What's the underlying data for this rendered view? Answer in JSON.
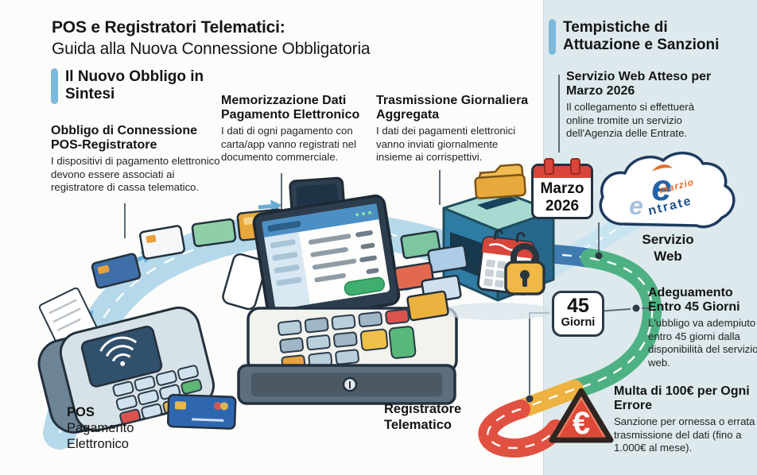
{
  "header": {
    "title_line1": "POS e Registratori Telematici:",
    "title_line2": "Guida alla Nuova Connessione Obbligatoria"
  },
  "left_section": {
    "heading": "Il Nuovo Obbligo in Sintesi",
    "items": [
      {
        "title": "Obbligo di Connessione POS-Registratore",
        "body": "I dispositivi di pagamento elettronico devono essere associati ai registratore di cassa telematico."
      },
      {
        "title": "Memorizzazione Dati Pagamento Elettronico",
        "body": "I dati di ogni pagamento con carta/app vanno registrati nel documento commerciale."
      },
      {
        "title": "Trasmissione Giornaliera Aggregata",
        "body": "I dati dei pagamenti elettronici vanno inviati giornalmente insieme ai corrispettivi."
      }
    ]
  },
  "right_section": {
    "heading": "Tempistiche di Attuazione e Sanzioni",
    "items": [
      {
        "title": "Servizio Web Atteso per Marzo 2026",
        "body": "Il collegamento si effettuerà online tromite un servizio dell'Agenzia delle Entrate."
      },
      {
        "title": "Adeguamento Entro 45 Giorni",
        "body": "L'ubbligo va adempiuto entro 45 giorni dalla disponibilità del servizio web."
      },
      {
        "title": "Multa di 100€ per Ogni Errore",
        "body": "Sanzione per ornessa o errata trasmissione del dati (fino a 1.000€ al mese)."
      }
    ]
  },
  "labels": {
    "pos_title": "POS",
    "pos_subtitle": "Pagamento Elettronico",
    "register": "Registratore Telematico",
    "calendar_month": "Marzo",
    "calendar_year": "2026",
    "days_value": "45",
    "days_unit": "Giorni",
    "cloud_caption": "Servizio Web",
    "cloud_logo_letter": "e",
    "cloud_logo_word1": "marzio",
    "cloud_logo_word2": "ntrate",
    "euro": "€"
  },
  "colors": {
    "accent_bar": "#7db9dc",
    "panel_bg": "#dde9ed",
    "stream_blue": "#b5d9ea",
    "road_blue": "#3e7bb0",
    "road_green": "#4eb183",
    "road_yellow": "#edb23f",
    "road_red": "#e05141",
    "alert_red": "#dd4936",
    "lock_yellow": "#f0b844"
  }
}
